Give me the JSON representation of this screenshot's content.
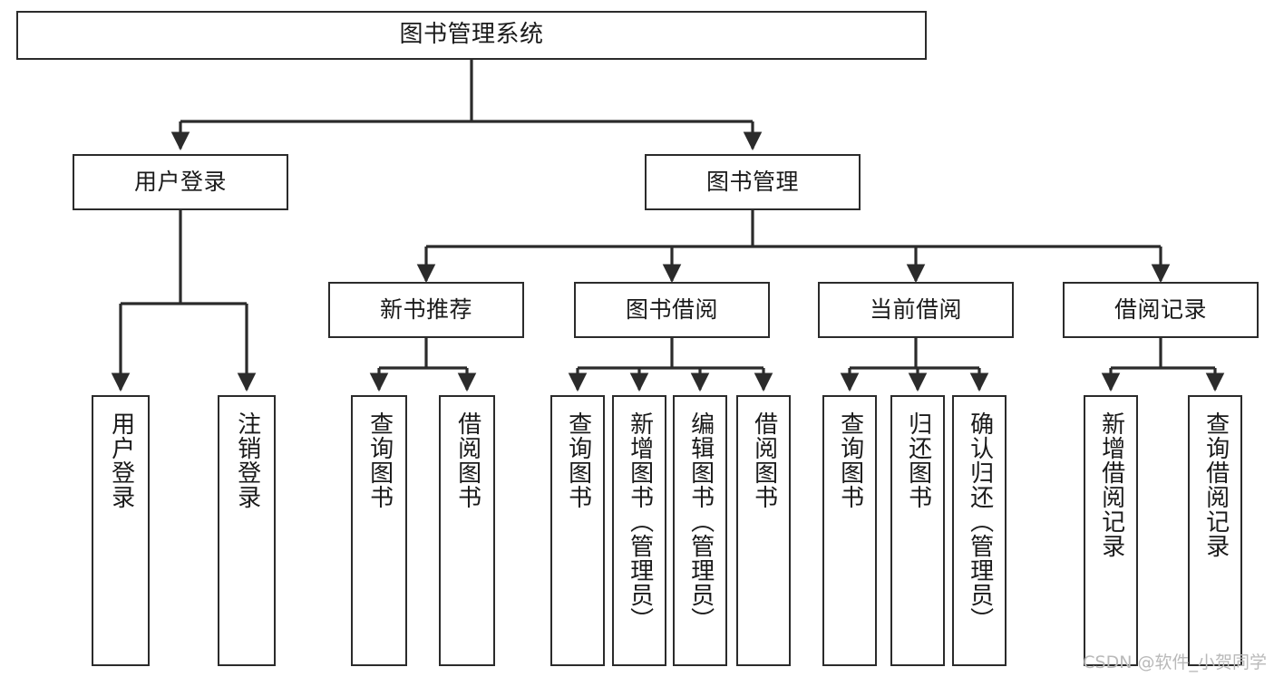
{
  "diagram": {
    "title": "图书管理系统",
    "type": "tree-hierarchy",
    "orientation": "top-down",
    "colors": {
      "box_border": "#2b2b2b",
      "box_fill": "#ffffff",
      "edge": "#2b2b2b",
      "text": "#1a1a1a",
      "watermark": "#b9b9b9",
      "background": "#ffffff"
    },
    "watermark": "CSDN @软件_小贺同学"
  },
  "nodes": {
    "root": {
      "label": "图书管理系统",
      "level": 0
    },
    "level1": [
      {
        "id": "user-login",
        "label": "用户登录"
      },
      {
        "id": "book-manage",
        "label": "图书管理"
      }
    ],
    "level2": [
      {
        "id": "new-book-recommend",
        "label": "新书推荐",
        "parent": "book-manage"
      },
      {
        "id": "book-borrow",
        "label": "图书借阅",
        "parent": "book-manage"
      },
      {
        "id": "current-borrow",
        "label": "当前借阅",
        "parent": "book-manage"
      },
      {
        "id": "borrow-record",
        "label": "借阅记录",
        "parent": "book-manage"
      }
    ],
    "leaves": {
      "user_login": [
        {
          "id": "leaf-user-login",
          "label": "用户登录"
        },
        {
          "id": "leaf-logout-login",
          "label": "注销登录"
        }
      ],
      "new_book_recommend": [
        {
          "id": "leaf-query-book-1",
          "label": "查询图书"
        },
        {
          "id": "leaf-borrow-book-1",
          "label": "借阅图书"
        }
      ],
      "book_borrow": [
        {
          "id": "leaf-query-book-2",
          "label": "查询图书"
        },
        {
          "id": "leaf-add-book",
          "label": "新增图书（管理员）"
        },
        {
          "id": "leaf-edit-book",
          "label": "编辑图书（管理员）"
        },
        {
          "id": "leaf-borrow-book-2",
          "label": "借阅图书"
        }
      ],
      "current_borrow": [
        {
          "id": "leaf-query-book-3",
          "label": "查询图书"
        },
        {
          "id": "leaf-return-book",
          "label": "归还图书"
        },
        {
          "id": "leaf-confirm-return",
          "label": "确认归还（管理员）"
        }
      ],
      "borrow_record": [
        {
          "id": "leaf-add-record",
          "label": "新增借阅记录"
        },
        {
          "id": "leaf-query-record",
          "label": "查询借阅记录"
        }
      ]
    }
  }
}
